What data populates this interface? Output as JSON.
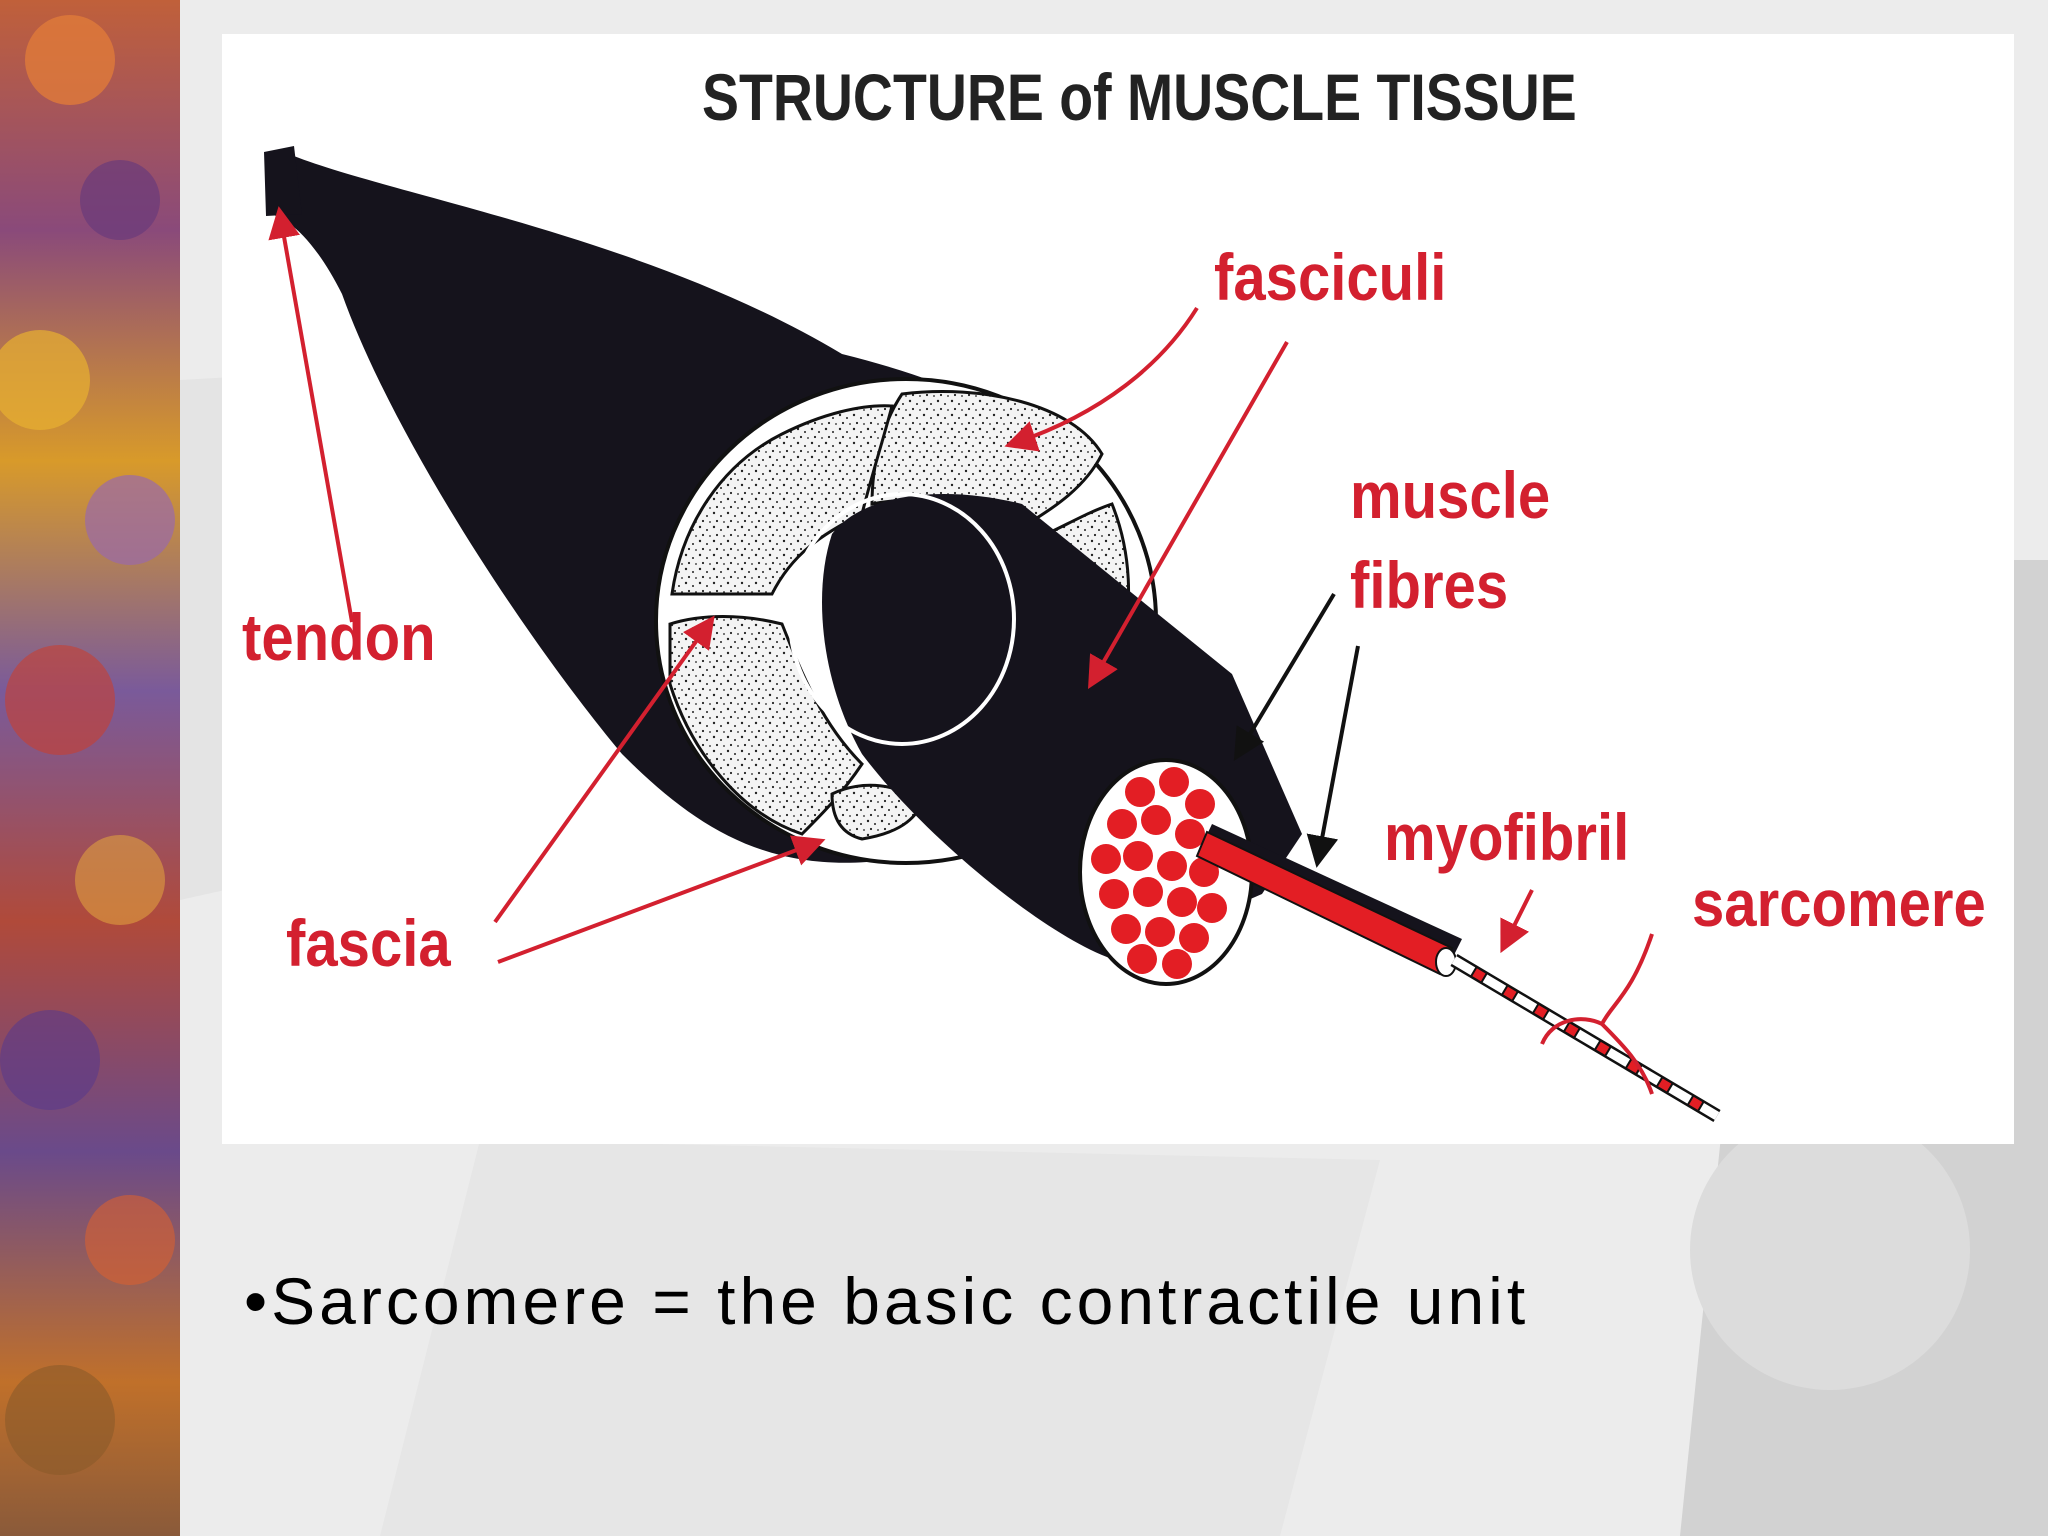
{
  "diagram": {
    "title": "STRUCTURE of MUSCLE TISSUE",
    "labels": {
      "tendon": "tendon",
      "fasciculi": "fasciculi",
      "muscle_fibres_line1": "muscle",
      "muscle_fibres_line2": "fibres",
      "myofibril": "myofibril",
      "sarcomere": "sarcomere",
      "fascia": "fascia"
    },
    "colors": {
      "label_red": "#d3202f",
      "muscle_black": "#15131c",
      "myofibril_red": "#e31e24"
    }
  },
  "slide": {
    "bullet": "•Sarcomere = the basic contractile unit"
  }
}
